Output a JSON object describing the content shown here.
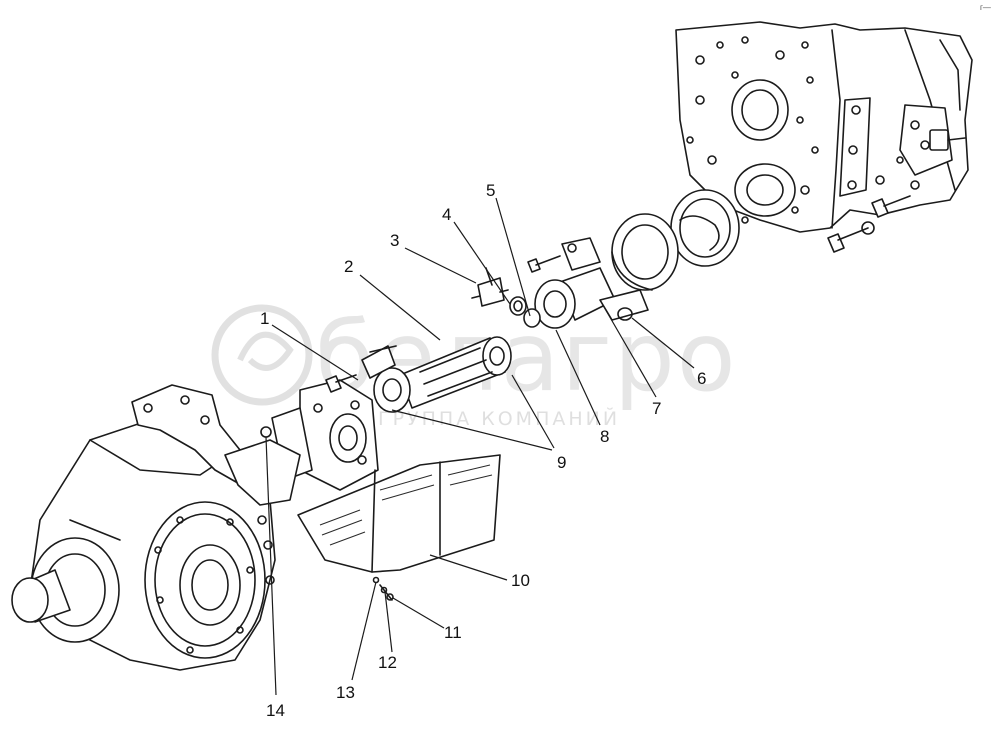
{
  "watermark": {
    "brand": "белагро",
    "subtitle": "ГРУППА КОМПАНИЙ"
  },
  "callouts": [
    "1",
    "2",
    "3",
    "4",
    "5",
    "6",
    "7",
    "8",
    "9",
    "10",
    "11",
    "12",
    "13",
    "14"
  ],
  "corner_mark": "г—"
}
